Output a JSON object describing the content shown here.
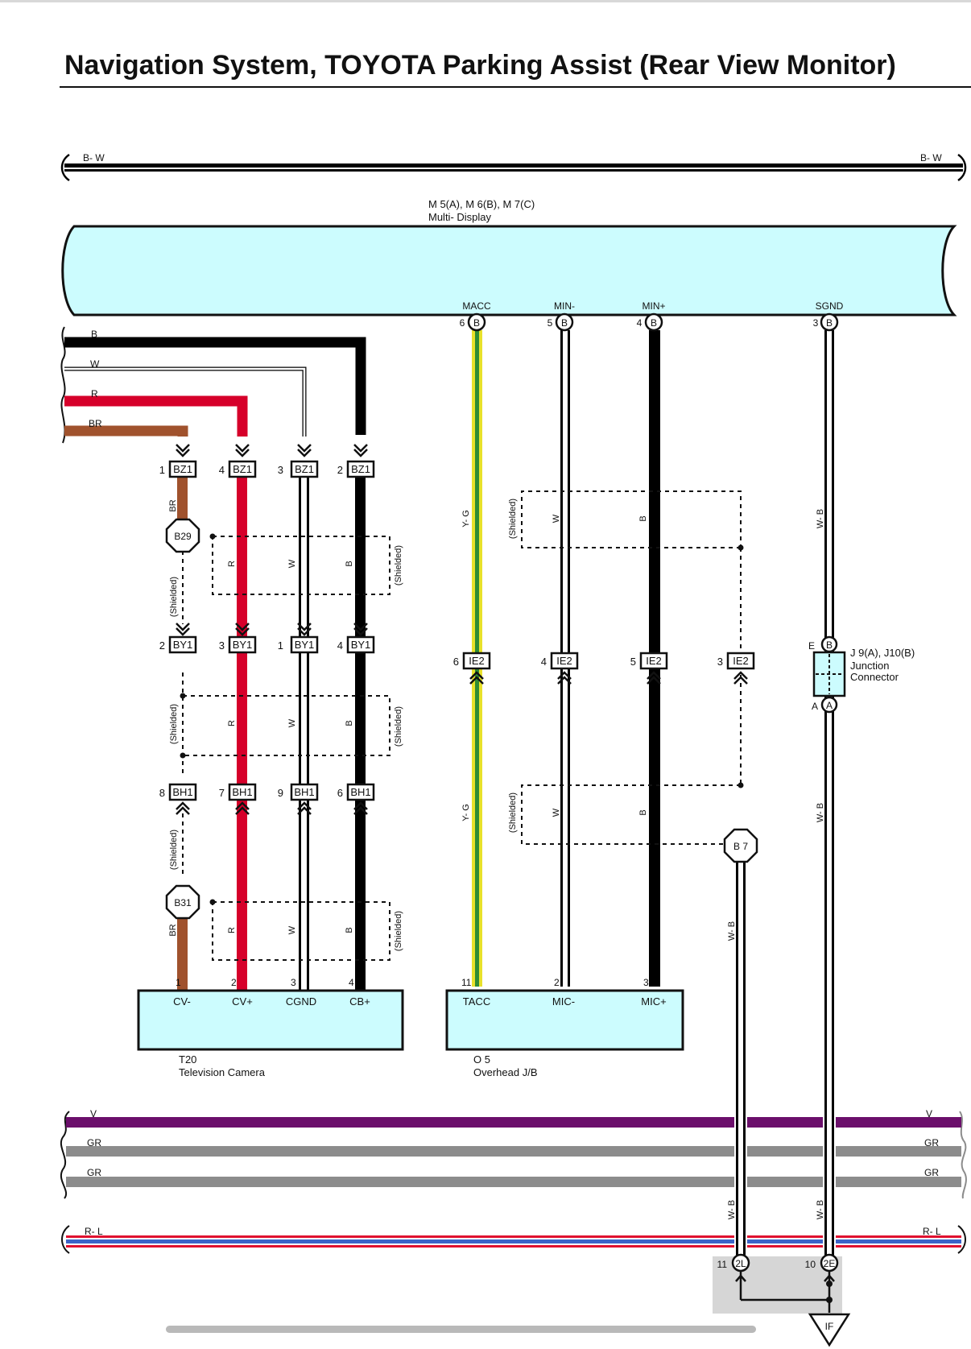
{
  "title": "Navigation System, TOYOTA Parking Assist (Rear View Monitor)",
  "bus_labels": {
    "bw_left": "B- W",
    "bw_right": "B- W",
    "b": "B",
    "w": "W",
    "r": "R",
    "br": "BR",
    "v_left": "V",
    "v_right": "V",
    "gr1_left": "GR",
    "gr1_right": "GR",
    "gr2_left": "GR",
    "gr2_right": "GR",
    "rl_left": "R- L",
    "rl_right": "R- L"
  },
  "multi_display": {
    "codes": "M 5(A), M 6(B), M 7(C)",
    "name": "Multi- Display",
    "pins": [
      {
        "label": "MACC",
        "num": "6",
        "conn": "B"
      },
      {
        "label": "MIN-",
        "num": "5",
        "conn": "B"
      },
      {
        "label": "MIN+",
        "num": "4",
        "conn": "B"
      },
      {
        "label": "SGND",
        "num": "3",
        "conn": "B"
      }
    ]
  },
  "connectors": {
    "bz1": [
      {
        "num": "1",
        "id": "BZ1"
      },
      {
        "num": "4",
        "id": "BZ1"
      },
      {
        "num": "3",
        "id": "BZ1"
      },
      {
        "num": "2",
        "id": "BZ1"
      }
    ],
    "by1": [
      {
        "num": "2",
        "id": "BY1"
      },
      {
        "num": "3",
        "id": "BY1"
      },
      {
        "num": "1",
        "id": "BY1"
      },
      {
        "num": "4",
        "id": "BY1"
      }
    ],
    "bh1": [
      {
        "num": "8",
        "id": "BH1"
      },
      {
        "num": "7",
        "id": "BH1"
      },
      {
        "num": "9",
        "id": "BH1"
      },
      {
        "num": "6",
        "id": "BH1"
      }
    ],
    "ie2": [
      {
        "num": "6",
        "id": "IE2"
      },
      {
        "num": "4",
        "id": "IE2"
      },
      {
        "num": "5",
        "id": "IE2"
      },
      {
        "num": "3",
        "id": "IE2"
      }
    ]
  },
  "ground_points": {
    "b29": "B29",
    "b31": "B31",
    "b7": "B 7"
  },
  "wire_labels": {
    "br": "BR",
    "r": "R",
    "w": "W",
    "b": "B",
    "yg": "Y- G",
    "wb": "W- B",
    "shielded": "(Shielded)"
  },
  "junction": {
    "codes": "J 9(A), J10(B)",
    "name_line1": "Junction",
    "name_line2": "Connector",
    "pin_e": "E",
    "pin_e_conn": "B",
    "pin_a": "A",
    "pin_a_conn": "A"
  },
  "camera": {
    "code": "T20",
    "name": "Television Camera",
    "pins": [
      {
        "num": "1",
        "label": "CV-"
      },
      {
        "num": "2",
        "label": "CV+"
      },
      {
        "num": "3",
        "label": "CGND"
      },
      {
        "num": "4",
        "label": "CB+"
      }
    ]
  },
  "overhead_jb": {
    "code": "O 5",
    "name": "Overhead J/B",
    "pins": [
      {
        "num": "11",
        "label": "TACC"
      },
      {
        "num": "2",
        "label": "MIC-"
      },
      {
        "num": "3",
        "label": "MIC+"
      }
    ]
  },
  "bottom_conns": [
    {
      "num": "11",
      "id": "2L"
    },
    {
      "num": "10",
      "id": "2E"
    }
  ],
  "ground": {
    "id": "IF"
  },
  "colors": {
    "display_fill": "#ccfcfe",
    "br": "#a0522d",
    "r": "#d6002a",
    "b": "#000000",
    "yg_yellow": "#e8e12a",
    "yg_green": "#2e8b35",
    "v": "#6b0f6b",
    "gr": "#8c8c8c",
    "rl_red": "#e0102f",
    "rl_blue": "#3c64c8",
    "ground_box": "#d6d6d6"
  }
}
